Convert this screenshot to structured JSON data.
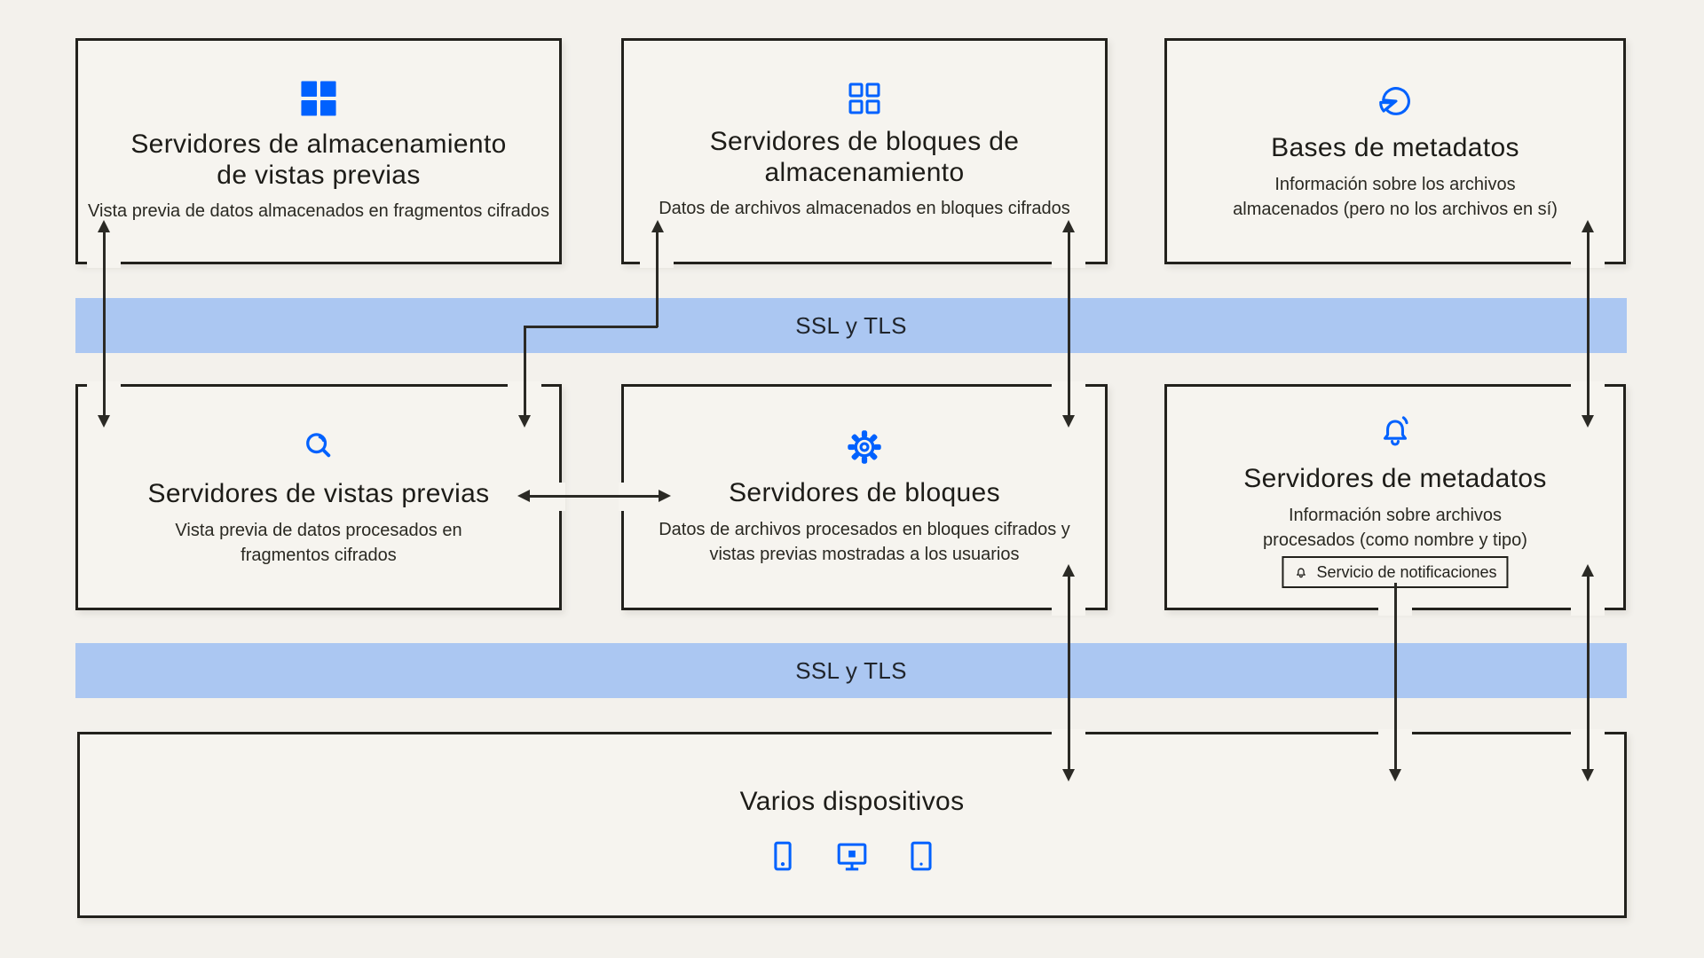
{
  "colors": {
    "accent_blue": "#0061fe",
    "band_blue": "#abc7f2",
    "background": "#f3f1ec",
    "box_border": "#22211c"
  },
  "bands": {
    "top_label": "SSL y TLS",
    "bottom_label": "SSL y TLS"
  },
  "boxes": {
    "preview_storage_servers": {
      "icon": "grid-filled-icon",
      "title": "Servidores de almacenamiento\nde vistas previas",
      "subtitle": "Vista previa de datos almacenados en fragmentos cifrados"
    },
    "storage_block_servers": {
      "icon": "grid-outline-icon",
      "title": "Servidores de bloques de\nalmacenamiento",
      "subtitle": "Datos de archivos almacenados en bloques cifrados"
    },
    "metadata_databases": {
      "icon": "pie-chart-icon",
      "title": "Bases de metadatos",
      "subtitle": "Información sobre los archivos\nalmacenados (pero no los archivos en sí)"
    },
    "preview_servers": {
      "icon": "search-icon",
      "title": "Servidores de vistas previas",
      "subtitle": "Vista previa de datos procesados en\nfragmentos cifrados"
    },
    "block_servers": {
      "icon": "gear-icon",
      "title": "Servidores de bloques",
      "subtitle": "Datos de archivos procesados en bloques cifrados y\nvistas previas mostradas a los usuarios"
    },
    "metadata_servers": {
      "icon": "bell-icon",
      "title": "Servidores de metadatos",
      "subtitle": "Información sobre archivos\nprocesados (como nombre y tipo)",
      "badge_icon": "bell-icon-small",
      "badge_label": "Servicio de notificaciones"
    },
    "devices": {
      "title": "Varios dispositivos",
      "icons": [
        "phone-icon",
        "monitor-icon",
        "tablet-icon"
      ]
    }
  }
}
